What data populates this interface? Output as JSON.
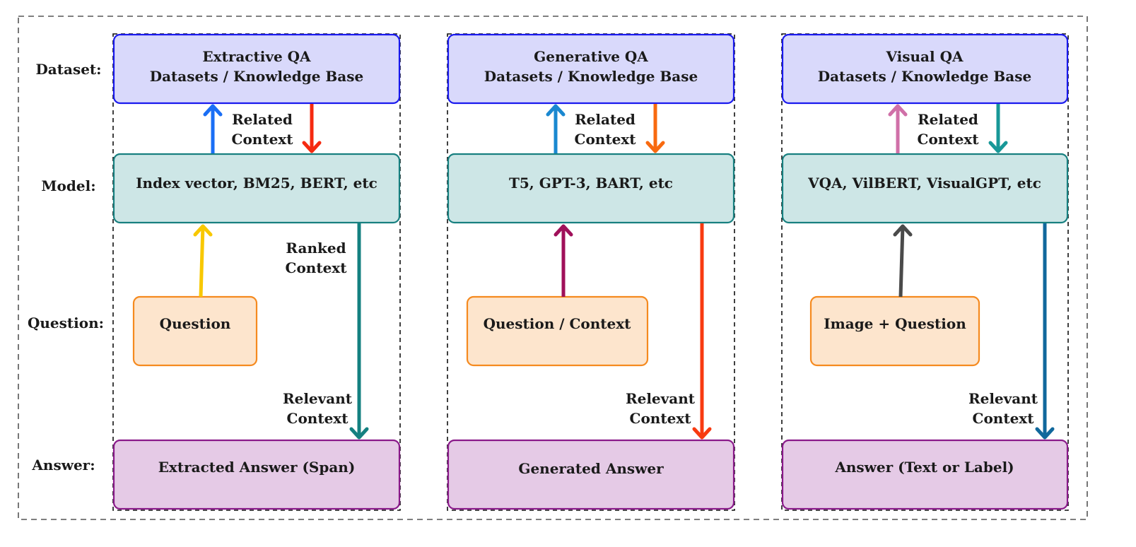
{
  "row_labels": {
    "dataset": "Dataset:",
    "model": "Model:",
    "question": "Question:",
    "answer": "Answer:"
  },
  "colors": {
    "dataset_fill": "#d9d9fb",
    "dataset_stroke": "#1a1aee",
    "model_fill": "#cde6e6",
    "model_stroke": "#188080",
    "question_fill": "#fde5cd",
    "question_stroke": "#f58a1f",
    "answer_fill": "#e5cae6",
    "answer_stroke": "#8a1a8a"
  },
  "columns": [
    {
      "name": "extractive",
      "dataset_line1": "Extractive QA",
      "dataset_line2": "Datasets / Knowledge Base",
      "model": "Index vector, BM25, BERT, etc",
      "question": "Question",
      "answer": "Extracted Answer (Span)",
      "related_line1": "Related",
      "related_line2": "Context",
      "ranked_line1": "Ranked",
      "ranked_line2": "Context",
      "relevant_line1": "Relevant",
      "relevant_line2": "Context",
      "up_arrow_color": "#1a6ef5",
      "down_arrow_color": "#f52a10",
      "question_arrow_color": "#f8c800",
      "answer_arrow_color": "#148080"
    },
    {
      "name": "generative",
      "dataset_line1": "Generative QA",
      "dataset_line2": "Datasets / Knowledge Base",
      "model": "T5, GPT-3, BART, etc",
      "question": "Question / Context",
      "answer": "Generated Answer",
      "related_line1": "Related",
      "related_line2": "Context",
      "relevant_line1": "Relevant",
      "relevant_line2": "Context",
      "up_arrow_color": "#1a88d0",
      "down_arrow_color": "#f86a10",
      "question_arrow_color": "#a0105a",
      "answer_arrow_color": "#f83a10"
    },
    {
      "name": "visual",
      "dataset_line1": "Visual QA",
      "dataset_line2": "Datasets / Knowledge Base",
      "model": "VQA, VilBERT, VisualGPT, etc",
      "question": "Image + Question",
      "answer": "Answer (Text or Label)",
      "related_line1": "Related",
      "related_line2": "Context",
      "relevant_line1": "Relevant",
      "relevant_line2": "Context",
      "up_arrow_color": "#d070a8",
      "down_arrow_color": "#189898",
      "question_arrow_color": "#4a4a4a",
      "answer_arrow_color": "#10689c"
    }
  ]
}
